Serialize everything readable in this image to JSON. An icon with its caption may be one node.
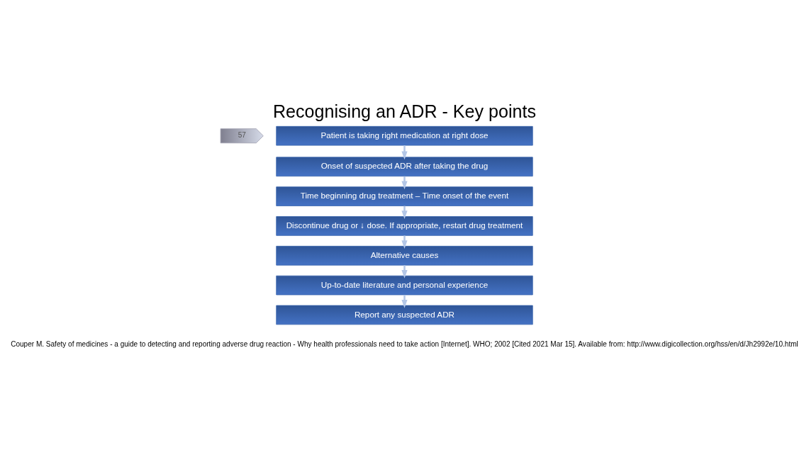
{
  "diagram": {
    "title": "Recognising an ADR - Key points",
    "caption": "Couper M. Safety of medicines - a guide to detecting and reporting adverse drug reaction - Why health professionals need to take action [Internet]. WHO; 2002 [Cited 2021 Mar 15]. Available from: http://www.digicollection.org/hss/en/d/Jh2992e/10.html",
    "nodes": [
      {
        "text": [
          "Patient is taking right medication at right dose"
        ]
      },
      {
        "text": [
          "Onset of suspected ADR after taking the drug"
        ]
      },
      {
        "text": [
          "Time beginning drug treatment – Time onset of the event"
        ]
      },
      {
        "text": [
          "Discontinue drug or ↓ dose. If appropriate, restart drug treatment"
        ]
      },
      {
        "text": [
          "Alternative causes"
        ]
      },
      {
        "text": [
          "Up-to-date literature and personal experience"
        ]
      },
      {
        "text": [
          "Report any suspected ADR"
        ]
      }
    ],
    "edges": [
      {
        "from": 0,
        "to": 1,
        "arrow": "to"
      },
      {
        "from": 1,
        "to": 2,
        "arrow": "to"
      },
      {
        "from": 2,
        "to": 3,
        "arrow": "to"
      },
      {
        "from": 3,
        "to": 4,
        "arrow": "to"
      },
      {
        "from": 4,
        "to": 5,
        "arrow": "to"
      },
      {
        "from": 5,
        "to": 6,
        "arrow": "to"
      }
    ],
    "labels": [
      "57"
    ]
  }
}
